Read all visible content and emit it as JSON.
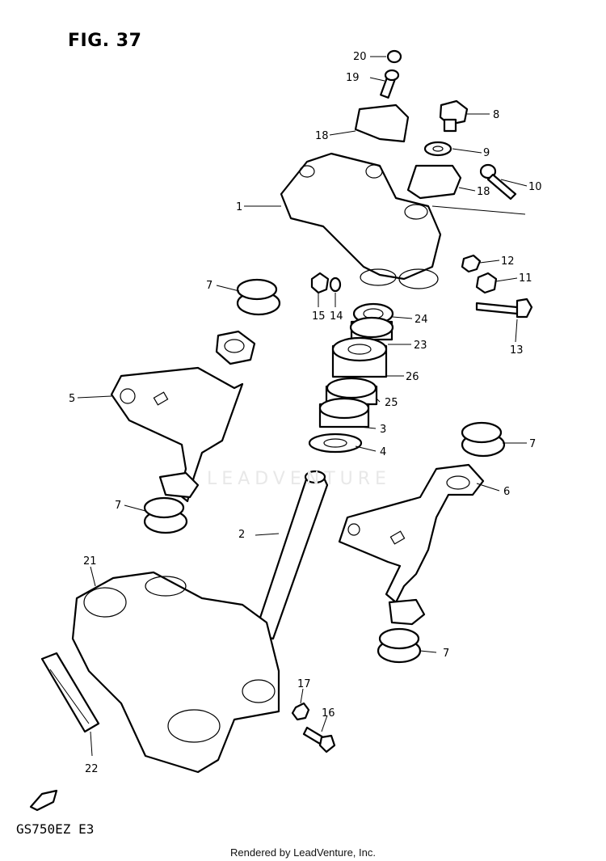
{
  "figure": {
    "title": "FIG. 37",
    "model_code": "GS750EZ  E3"
  },
  "watermark": {
    "text": "LEADVENTURE"
  },
  "footer": {
    "text": "Rendered by LeadVenture, Inc."
  },
  "callouts": {
    "c1": "1",
    "c2": "2",
    "c3": "3",
    "c4": "4",
    "c5": "5",
    "c6": "6",
    "c7a": "7",
    "c7b": "7",
    "c7c": "7",
    "c7d": "7",
    "c8": "8",
    "c9": "9",
    "c10": "10",
    "c11": "11",
    "c12": "12",
    "c13": "13",
    "c14": "14",
    "c15": "15",
    "c16": "16",
    "c17": "17",
    "c18a": "18",
    "c18b": "18",
    "c19": "19",
    "c20": "20",
    "c21": "21",
    "c22": "22",
    "c23": "23",
    "c24": "24",
    "c25": "25",
    "c26": "26"
  },
  "icons": {
    "front_arrow": "front-direction-arrow-icon"
  }
}
